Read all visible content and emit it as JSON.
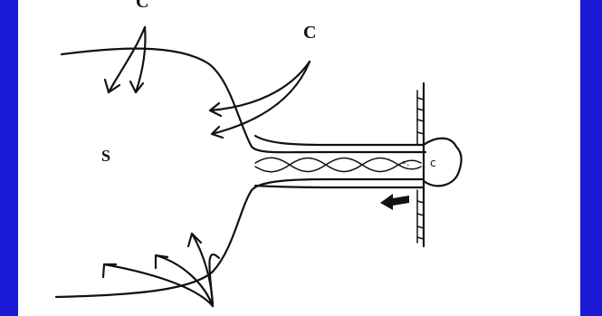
{
  "labels": {
    "top_partial": "C",
    "top_right": "C",
    "left": "S"
  },
  "colors": {
    "border": "#1a1ad6",
    "paper": "#ffffff",
    "ink": "#111111"
  }
}
